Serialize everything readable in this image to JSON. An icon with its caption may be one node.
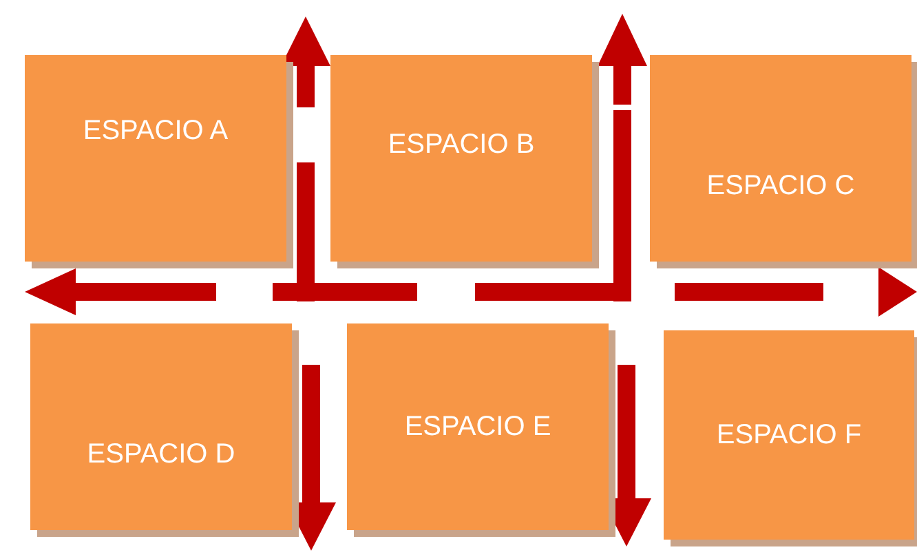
{
  "diagram": {
    "nodes": [
      {
        "text": [
          "ESPACIO A"
        ]
      },
      {
        "text": [
          "ESPACIO B"
        ]
      },
      {
        "text": [
          "ESPACIO C"
        ]
      },
      {
        "text": [
          "ESPACIO D"
        ]
      },
      {
        "text": [
          "ESPACIO E"
        ]
      },
      {
        "text": [
          "ESPACIO F"
        ]
      }
    ]
  }
}
